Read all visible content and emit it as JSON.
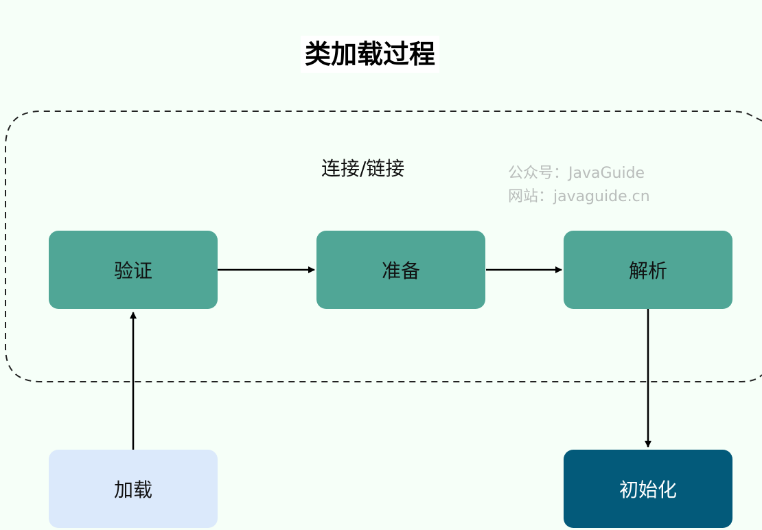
{
  "title": "类加载过程",
  "group_label": "连接/链接",
  "watermark": {
    "line1": "公众号：JavaGuide",
    "line2": "网站：javaguide.cn"
  },
  "nodes": {
    "verify": "验证",
    "prepare": "准备",
    "resolve": "解析",
    "load": "加载",
    "init": "初始化"
  },
  "colors": {
    "background": "#f6fff8",
    "teal_node": "#50a696",
    "load_node": "#dbe9fb",
    "init_node": "#035a7a",
    "watermark": "#b9bdbb"
  }
}
